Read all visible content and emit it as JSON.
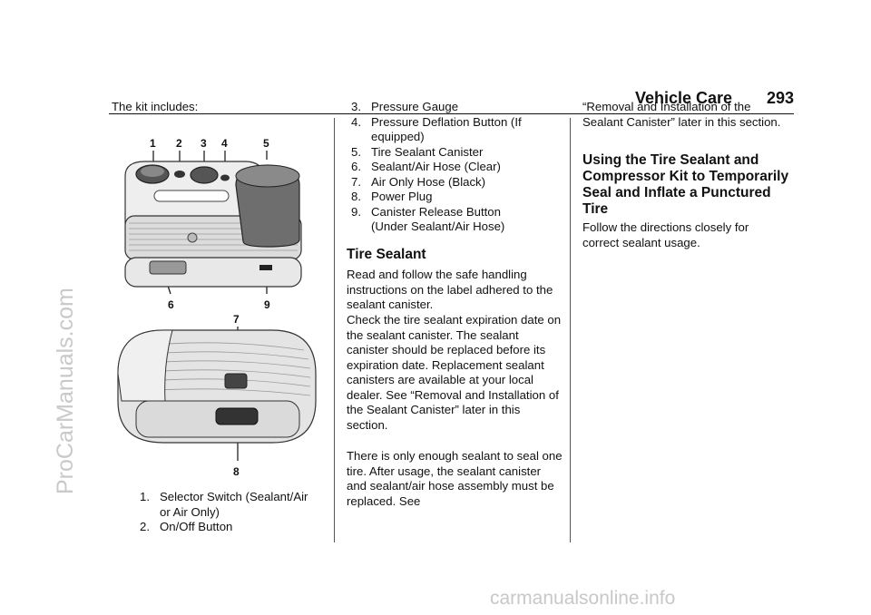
{
  "header": {
    "section_title": "Vehicle Care",
    "page_number": "293"
  },
  "watermarks": {
    "side": "ProCarManuals.com",
    "bottom": "carmanualsonline.info"
  },
  "col1": {
    "intro": "The kit includes:",
    "callouts_top": [
      "1",
      "2",
      "3",
      "4",
      "5"
    ],
    "callouts_mid": [
      "6",
      "9"
    ],
    "callouts_bottom": [
      "7",
      "8"
    ],
    "items": [
      {
        "num": "1.",
        "text": "Selector Switch (Sealant/Air or Air Only)"
      },
      {
        "num": "2.",
        "text": "On/Off Button"
      }
    ]
  },
  "col2": {
    "items": [
      {
        "num": "3.",
        "text": "Pressure Gauge"
      },
      {
        "num": "4.",
        "text": "Pressure Deflation Button (If equipped)"
      },
      {
        "num": "5.",
        "text": "Tire Sealant Canister"
      },
      {
        "num": "6.",
        "text": "Sealant/Air Hose (Clear)"
      },
      {
        "num": "7.",
        "text": "Air Only Hose (Black)"
      },
      {
        "num": "8.",
        "text": "Power Plug"
      },
      {
        "num": "9.",
        "text": "Canister Release Button (Under Sealant/Air Hose)"
      }
    ],
    "heading": "Tire Sealant",
    "para1": "Read and follow the safe handling instructions on the label adhered to the sealant canister.",
    "para2": "Check the tire sealant expiration date on the sealant canister. The sealant canister should be replaced before its expiration date. Replacement sealant canisters are available at your local dealer. See “Removal and Installation of the Sealant Canister” later in this section.",
    "para3": "There is only enough sealant to seal one tire. After usage, the sealant canister and sealant/air hose assembly must be replaced. See"
  },
  "col3": {
    "para_cont": "“Removal and Installation of the Sealant Canister” later in this section.",
    "heading": "Using the Tire Sealant and Compressor Kit to Temporarily Seal and Inflate a Punctured Tire",
    "para1": "Follow the directions closely for correct sealant usage."
  }
}
